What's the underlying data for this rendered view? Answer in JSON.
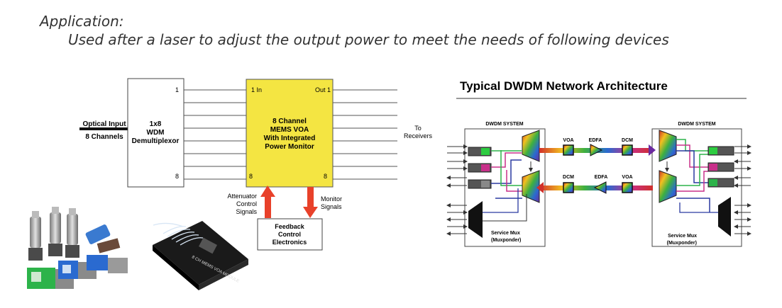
{
  "header": {
    "title": "Application:",
    "subtitle": "Used after a laser to adjust the output power to meet the needs of following devices"
  },
  "left_diagram": {
    "optical_input": [
      "Optical Input",
      "8 Channels"
    ],
    "demux_label": [
      "1x8",
      "WDM",
      "Demultiplexor"
    ],
    "demux_port_top": "1",
    "demux_port_bottom": "8",
    "voa_port_in": "1 In",
    "voa_port_out": "Out 1",
    "voa_port_bl": "8",
    "voa_port_br": "8",
    "voa_label": [
      "8 Channel",
      "MEMS VOA",
      "With Integrated",
      "Power Monitor"
    ],
    "to_receivers": [
      "To",
      "Receivers"
    ],
    "attenuator": [
      "Attenuator",
      "Control",
      "Signals"
    ],
    "monitor": [
      "Monitor",
      "Signals"
    ],
    "feedback": [
      "Feedback",
      "Control",
      "Electronics"
    ],
    "module_label": "8 CH MEMS VOA MODULE"
  },
  "right_diagram": {
    "title": "Typical DWDM Network Architecture",
    "left_system": "DWDM SYSTEM",
    "right_system": "DWDM SYSTEM",
    "top_row": [
      "VOA",
      "EDFA",
      "DCM"
    ],
    "bottom_row": [
      "DCM",
      "EDFA",
      "VOA"
    ],
    "service_mux": [
      "Service Mux",
      "(Muxponder)"
    ]
  },
  "colors": {
    "voa_yellow": "#f4e542",
    "arrow_red": "#e8412a",
    "line_green": "#2db34a",
    "line_magenta": "#c8308a",
    "line_blue": "#2a3aa0"
  }
}
